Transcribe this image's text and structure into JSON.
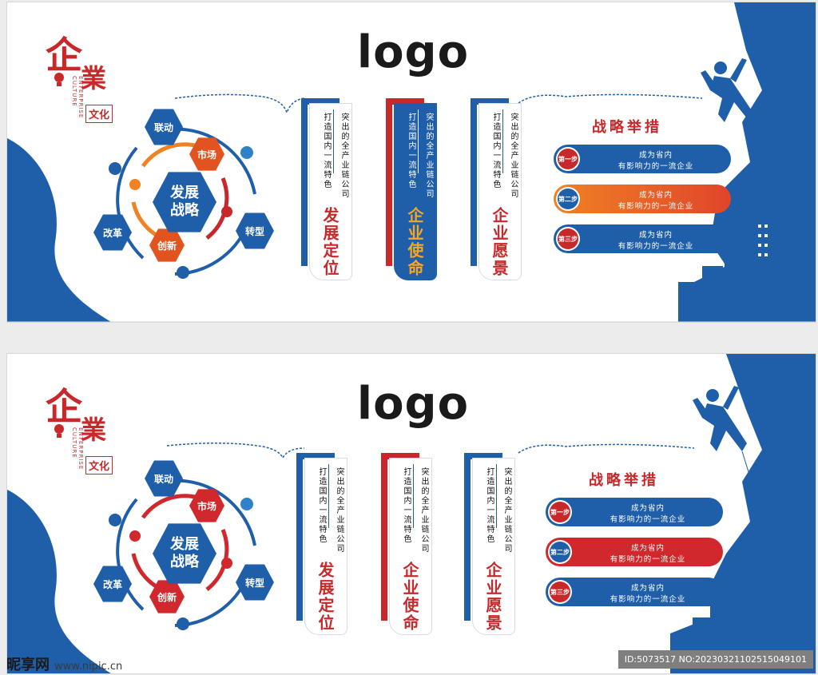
{
  "colors": {
    "blue": "#1f5fa9",
    "red": "#c8282a",
    "orange": "#f08224",
    "dark_red": "#d0282c"
  },
  "panels": [
    {
      "variant": "gradient",
      "logo": "logo",
      "brand": {
        "char1": "企",
        "char2": "業",
        "sub_en": "ENTERPRISE CULTURE",
        "sub_cn": "文化"
      },
      "wheel": {
        "center": [
          "发展",
          "战略"
        ],
        "nodes": {
          "liandong": "联动",
          "shichang": "市场",
          "zhuanxing": "转型",
          "chuangxin": "创新",
          "gaige": "改革"
        }
      },
      "banners": [
        {
          "col_a": "突出的全产业链公司",
          "col_b": "打造国内一流特色",
          "title": "发展定位"
        },
        {
          "col_a": "突出的全产业链公司",
          "col_b": "打造国内一流特色",
          "title": "企业使命"
        },
        {
          "col_a": "突出的全产业链公司",
          "col_b": "打造国内一流特色",
          "title": "企业愿景"
        }
      ],
      "strategy": {
        "title": "战略举措",
        "steps": [
          {
            "num": "第一步",
            "line1": "成为省内",
            "line2": "有影响力的一流企业"
          },
          {
            "num": "第二步",
            "line1": "成为省内",
            "line2": "有影响力的一流企业"
          },
          {
            "num": "第三步",
            "line1": "成为省内",
            "line2": "有影响力的一流企业"
          }
        ]
      }
    },
    {
      "variant": "flat",
      "logo": "logo",
      "brand": {
        "char1": "企",
        "char2": "業",
        "sub_en": "ENTERPRISE CULTURE",
        "sub_cn": "文化"
      },
      "wheel": {
        "center": [
          "发展",
          "战略"
        ],
        "nodes": {
          "liandong": "联动",
          "shichang": "市场",
          "zhuanxing": "转型",
          "chuangxin": "创新",
          "gaige": "改革"
        }
      },
      "banners": [
        {
          "col_a": "突出的全产业链公司",
          "col_b": "打造国内一流特色",
          "title": "发展定位"
        },
        {
          "col_a": "突出的全产业链公司",
          "col_b": "打造国内一流特色",
          "title": "企业使命"
        },
        {
          "col_a": "突出的全产业链公司",
          "col_b": "打造国内一流特色",
          "title": "企业愿景"
        }
      ],
      "strategy": {
        "title": "战略举措",
        "steps": [
          {
            "num": "第一步",
            "line1": "成为省内",
            "line2": "有影响力的一流企业"
          },
          {
            "num": "第二步",
            "line1": "成为省内",
            "line2": "有影响力的一流企业"
          },
          {
            "num": "第三步",
            "line1": "成为省内",
            "line2": "有影响力的一流企业"
          }
        ]
      }
    }
  ],
  "footer": {
    "site_name": "昵享网",
    "site_url": "www.nipic.cn",
    "image_id": "ID:5073517 NO:20230321102515049101"
  }
}
